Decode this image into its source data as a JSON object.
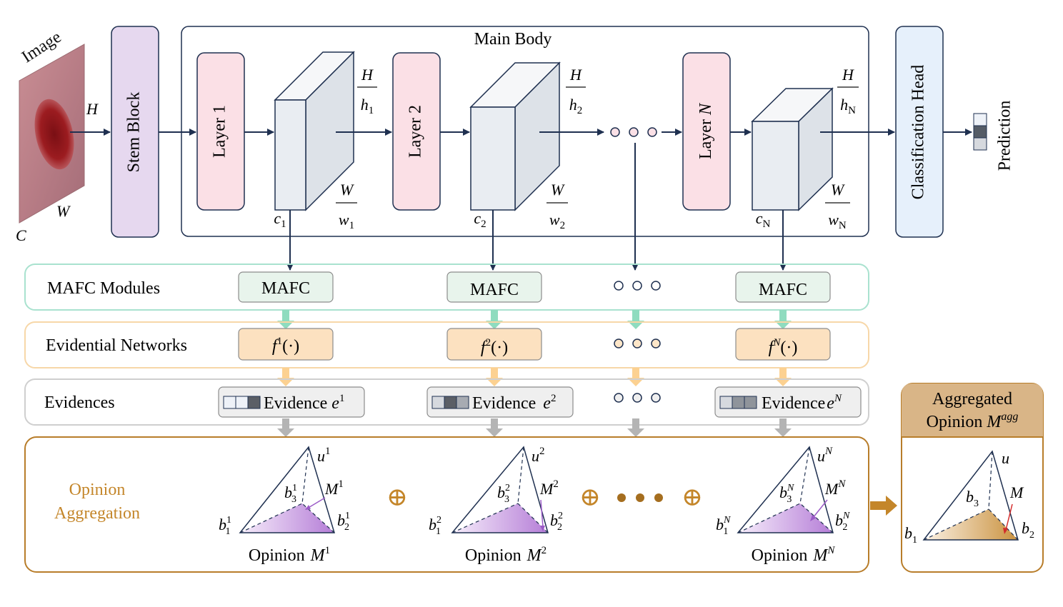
{
  "colors": {
    "navy": "#1f3050",
    "stem_fill": "#e6d8ef",
    "layer_fill": "#fbe0e6",
    "head_fill": "#e6f0fb",
    "mafc_fill": "#e8f4ec",
    "mafc_border": "#8fd8c0",
    "evid_net_border": "#f7d7a8",
    "f_fill": "#fce1c0",
    "evid_fill": "#efefef",
    "agg_border": "#b87d2a",
    "opinion_text": "#c4862a",
    "cube_front": "#e9edf2",
    "cube_top": "#f6f7f9",
    "cube_side": "#dde2e8",
    "triangle_purple": "#9b5bc7",
    "triangle_gold": "#c98a3b",
    "arrow_teal": "#8fdcbf",
    "arrow_orange": "#fcd191",
    "arrow_gray": "#b4b4b4"
  },
  "input": {
    "label": "Image",
    "dim_h": "H",
    "dim_w": "W",
    "dim_c": "C"
  },
  "stem": {
    "label": "Stem Block"
  },
  "main_body": {
    "label": "Main Body"
  },
  "layers": [
    {
      "label": "Layer 1",
      "c_sub": "1",
      "h_num": "H",
      "h_den": "h",
      "h_sub": "1",
      "w_num": "W",
      "w_den": "w",
      "w_sub": "1"
    },
    {
      "label": "Layer 2",
      "c_sub": "2",
      "h_num": "H",
      "h_den": "h",
      "h_sub": "2",
      "w_num": "W",
      "w_den": "w",
      "w_sub": "2"
    },
    {
      "label_pre": "Layer ",
      "label_var": "N",
      "c_sub": "N",
      "h_num": "H",
      "h_den": "h",
      "h_sub": "N",
      "w_num": "W",
      "w_den": "w",
      "w_sub": "N"
    }
  ],
  "channel_var": "c",
  "head": {
    "label": "Classification Head"
  },
  "prediction": {
    "label": "Prediction"
  },
  "rows": {
    "mafc_title": "MAFC Modules",
    "mafc_box": "MAFC",
    "evnet_title": "Evidential Networks",
    "f_var": "f",
    "f_sups": [
      "1",
      "2",
      "N"
    ],
    "f_arg": "(·)",
    "evidence_title": "Evidences",
    "evidence_word": "Evidence",
    "e_var": "e",
    "e_sups": [
      "1",
      "2",
      "N"
    ]
  },
  "opinion": {
    "title_line1": "Opinion",
    "title_line2": "Aggregation",
    "label_word": "Opinion",
    "m_var": "M",
    "sups": [
      "1",
      "2",
      "N"
    ],
    "u_var": "u",
    "b_var": "b",
    "b_subs": [
      "1",
      "2",
      "3"
    ],
    "oplus": "⊕"
  },
  "aggregated": {
    "line1": "Aggregated",
    "line2_word": "Opinion",
    "m_var": "M",
    "m_sup": "agg",
    "u": "u",
    "M": "M",
    "b": "b",
    "b_subs": [
      "1",
      "2",
      "3"
    ]
  }
}
